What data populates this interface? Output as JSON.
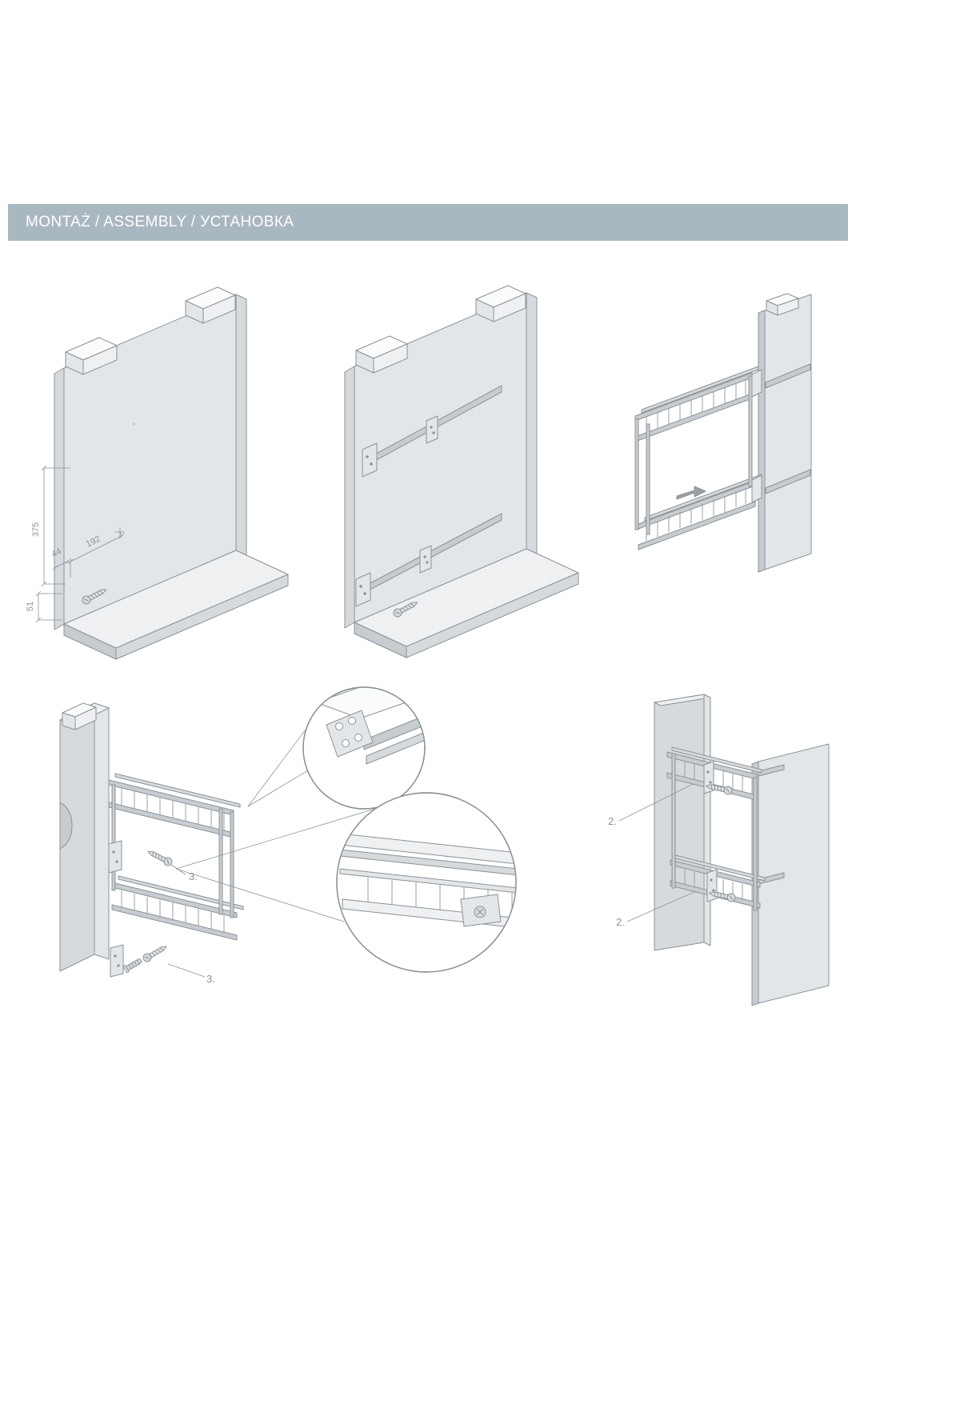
{
  "header": {
    "title": "MONTAŻ / ASSEMBLY / УСТАНОВКА"
  },
  "step1": {
    "dim_375": "375",
    "dim_192": "192",
    "dim_44": "44",
    "dim_51": "51"
  },
  "step4": {
    "label_screw_mid": "3.",
    "label_screw_bottom": "3."
  },
  "step6": {
    "label_bracket_top": "2.",
    "label_bracket_bottom": "2."
  },
  "colors": {
    "header_bg": "#a9b7c1",
    "header_text": "#ffffff",
    "line": "#8b9298",
    "panel_light": "#eef0f2",
    "panel_mid": "#e3e6e9",
    "panel_shade": "#d6dadd",
    "panel_dark": "#c7ccd0"
  }
}
